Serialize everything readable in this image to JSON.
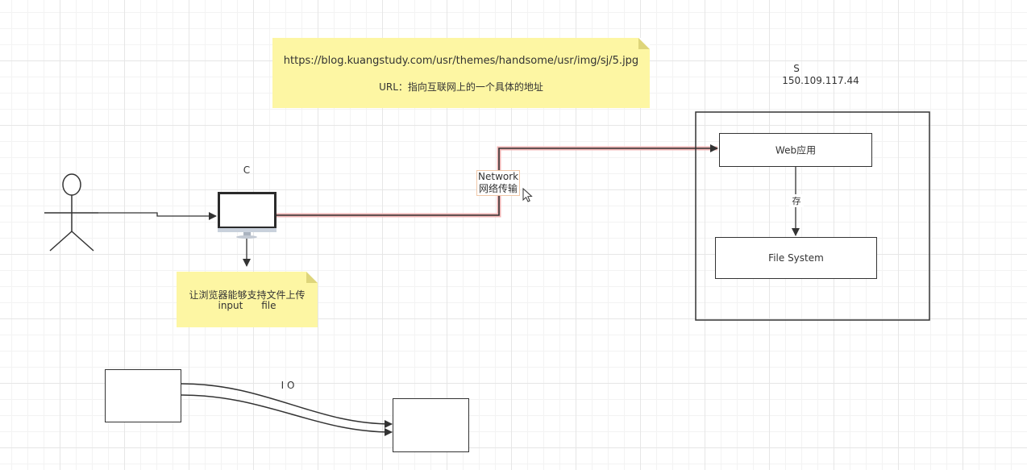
{
  "url_note": {
    "line1": "https://blog.kuangstudy.com/usr/themes/handsome/usr/img/sj/5.jpg",
    "line2": "URL：指向互联网上的一个具体的地址"
  },
  "client_label": "C",
  "server": {
    "name": "S",
    "ip": "150.109.117.44"
  },
  "network_label": {
    "line1": "Network",
    "line2": "网络传输"
  },
  "web_app_label": "Web应用",
  "store_label": "存",
  "file_system_label": "File System",
  "upload_note": {
    "line1": "让浏览器能够支持文件上传",
    "line2": "input      file"
  },
  "io_label": "I O",
  "colors": {
    "note_yellow": "#fdf6a3",
    "line": "#333333",
    "network_line_glow": "#f0b4b4"
  }
}
